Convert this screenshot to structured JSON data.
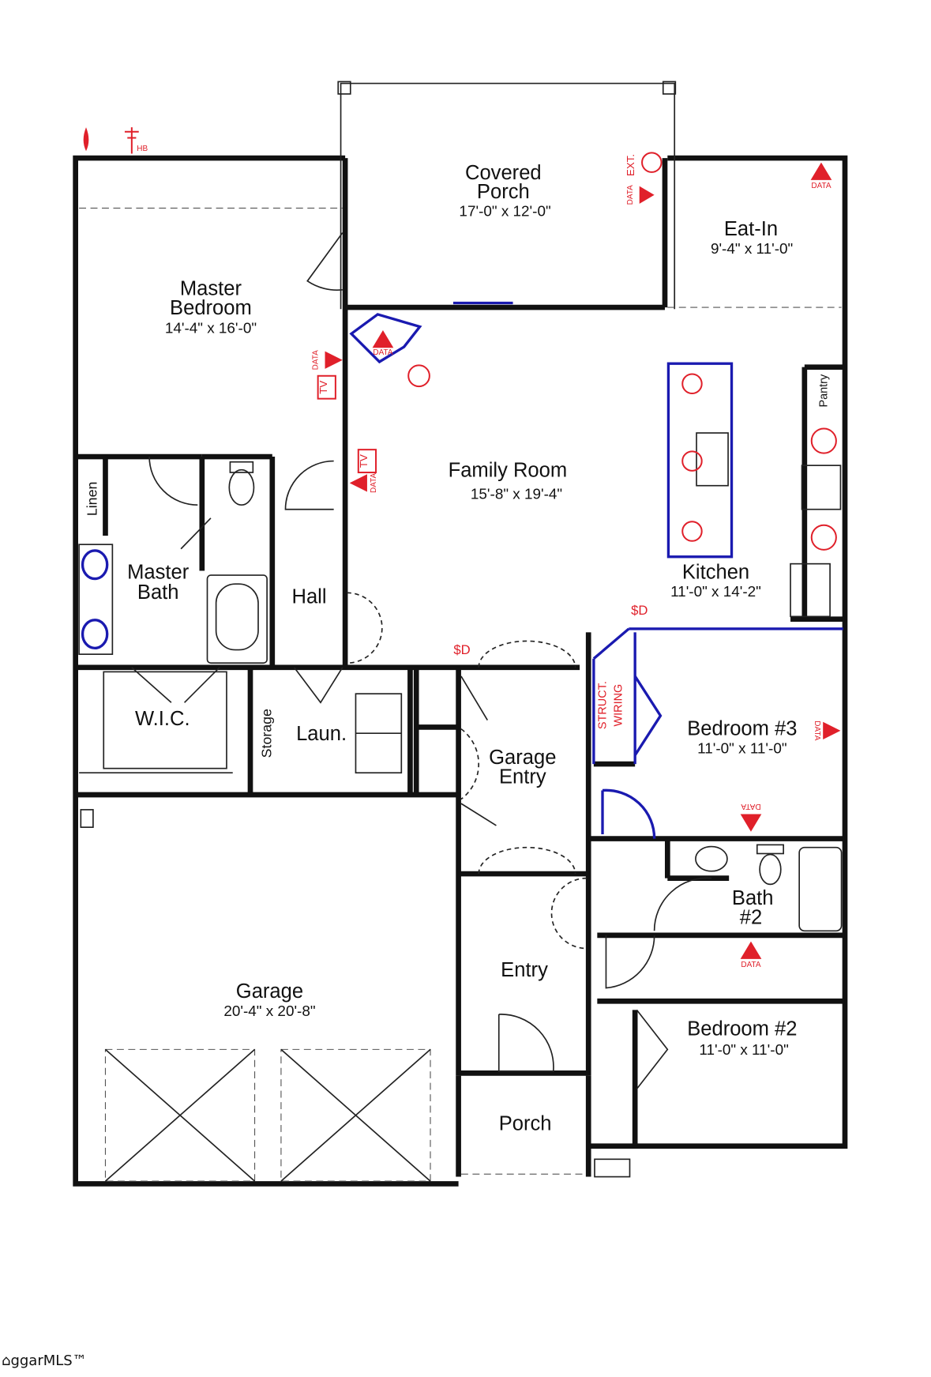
{
  "rooms": {
    "covered_porch": {
      "name_1": "Covered",
      "name_2": "Porch",
      "dims": "17'-0\" x 12'-0\""
    },
    "eat_in": {
      "name": "Eat-In",
      "dims": "9'-4\" x 11'-0\""
    },
    "master_bedroom": {
      "name_1": "Master",
      "name_2": "Bedroom",
      "dims": "14'-4\" x 16'-0\""
    },
    "family_room": {
      "name": "Family Room",
      "dims": "15'-8\" x 19'-4\""
    },
    "kitchen": {
      "name": "Kitchen",
      "dims": "11'-0\" x 14'-2\""
    },
    "pantry": {
      "name": "Pantry"
    },
    "linen": {
      "name": "Linen"
    },
    "master_bath": {
      "name_1": "Master",
      "name_2": "Bath"
    },
    "hall": {
      "name": "Hall"
    },
    "wic": {
      "name": "W.I.C."
    },
    "storage": {
      "name": "Storage"
    },
    "laundry": {
      "name": "Laun."
    },
    "garage_entry": {
      "name_1": "Garage",
      "name_2": "Entry"
    },
    "bedroom_3": {
      "name": "Bedroom #3",
      "dims": "11'-0\" x 11'-0\""
    },
    "bath_2": {
      "name_1": "Bath",
      "name_2": "#2"
    },
    "entry": {
      "name": "Entry"
    },
    "garage": {
      "name": "Garage",
      "dims": "20'-4\" x 20'-8\""
    },
    "bedroom_2": {
      "name": "Bedroom #2",
      "dims": "11'-0\" x 11'-0\""
    },
    "porch": {
      "name": "Porch"
    }
  },
  "annotations": {
    "data": "DATA",
    "tv": "TV",
    "ext": "EXT.",
    "hb": "HB",
    "struct_1": "STRUCT.",
    "struct_2": "WIRING",
    "switch": "$D"
  },
  "footer": {
    "logo": "ggarMLS™"
  }
}
